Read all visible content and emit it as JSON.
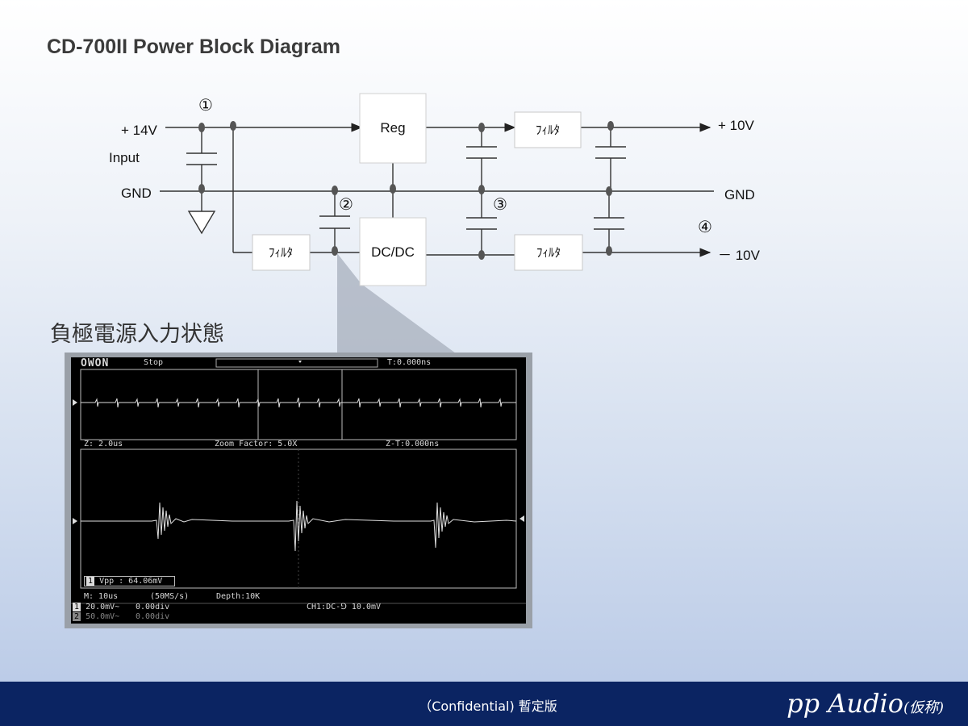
{
  "title": "CD-700II Power Block Diagram",
  "diagram": {
    "input_voltage": "+ 14V",
    "input_label": "Input",
    "gnd_left": "GND",
    "gnd_right": "GND",
    "output_pos": "+ 10V",
    "output_neg": "－ 10V",
    "reg_label": "Reg",
    "dcdc_label": "DC/DC",
    "filter_label": "ﾌｨﾙﾀ",
    "marker_1": "①",
    "marker_2": "②",
    "marker_3": "③",
    "marker_4": "④"
  },
  "section_title": "負極電源入力状態",
  "scope": {
    "brand": "OWON",
    "state": "Stop",
    "trigger_time": "T:0.000ns",
    "zoom_timebase": "Z: 2.0us",
    "zoom_factor": "Zoom Factor: 5.0X",
    "zoom_trigger_time": "Z-T:0.000ns",
    "measurement": "Vpp : 64.06mV",
    "timebase": "M: 10us",
    "sample_rate": "(50MS/s)",
    "depth": "Depth:10K",
    "ch1_scale": "20.0mV~",
    "ch1_offset": "0.00div",
    "ch2_scale": "50.0mV~",
    "ch2_offset": "0.00div",
    "trigger_setting": "CH1:DC-⅁ 10.0mV"
  },
  "footer": {
    "confidential": "（Confidential) 暫定版",
    "brand": "pp  Audio",
    "brand_suffix": "(仮称)"
  }
}
